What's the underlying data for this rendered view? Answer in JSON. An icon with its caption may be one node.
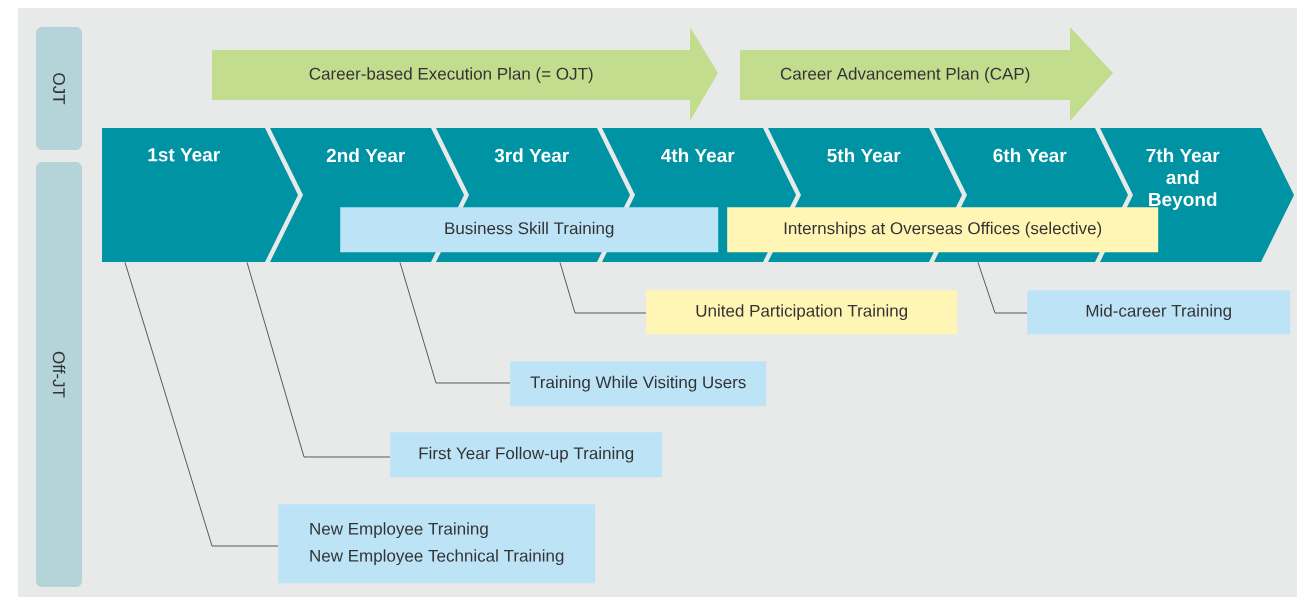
{
  "diagram": {
    "nodes": [
      {
        "text": [
          "OJT"
        ]
      },
      {
        "text": [
          "Off-JT"
        ]
      },
      {
        "text": [
          "Career-based Execution Plan (= OJT)"
        ]
      },
      {
        "text": [
          "Career Advancement Plan (CAP)"
        ]
      },
      {
        "text": [
          "1st Year"
        ]
      },
      {
        "text": [
          "2nd Year"
        ]
      },
      {
        "text": [
          "3rd Year"
        ]
      },
      {
        "text": [
          "4th Year"
        ]
      },
      {
        "text": [
          "5th Year"
        ]
      },
      {
        "text": [
          "6th Year"
        ]
      },
      {
        "text": [
          "7th Year and Beyond"
        ]
      },
      {
        "text": [
          "Business Skill Training"
        ]
      },
      {
        "text": [
          "Internships at Overseas Offices (selective)"
        ]
      },
      {
        "text": [
          "United Participation Training"
        ]
      },
      {
        "text": [
          "Mid-career Training"
        ]
      },
      {
        "text": [
          "Training While Visiting Users"
        ]
      },
      {
        "text": [
          "First Year Follow-up Training"
        ]
      },
      {
        "text": [
          "New Employee Training",
          "New Employee Technical Training"
        ]
      }
    ],
    "edges": [
      {
        "from": 17,
        "to": 4,
        "arrow": "none"
      },
      {
        "from": 16,
        "to": 4,
        "arrow": "none"
      },
      {
        "from": 15,
        "to": 5,
        "arrow": "none"
      },
      {
        "from": 13,
        "to": 6,
        "arrow": "none"
      },
      {
        "from": 14,
        "to": 9,
        "arrow": "none"
      }
    ]
  }
}
